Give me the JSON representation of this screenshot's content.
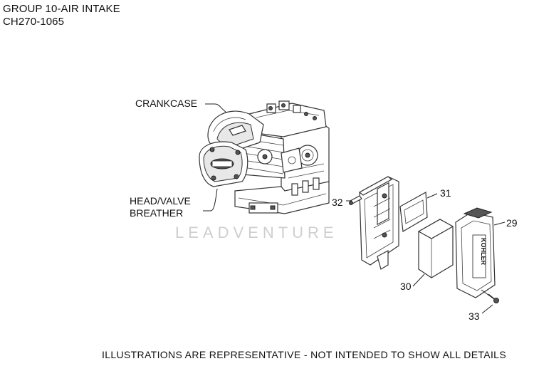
{
  "header": {
    "title": "GROUP 10-AIR INTAKE",
    "model": "CH270-1065"
  },
  "callouts": {
    "crankcase": "CRANKCASE",
    "head_valve_line1": "HEAD/VALVE",
    "head_valve_line2": "BREATHER"
  },
  "part_numbers": {
    "p29": "29",
    "p30": "30",
    "p31": "31",
    "p32": "32",
    "p33": "33"
  },
  "watermark": "LEADVENTURE",
  "footer": "ILLUSTRATIONS ARE REPRESENTATIVE - NOT INTENDED TO SHOW ALL DETAILS",
  "cover_brand": "KOHLER"
}
